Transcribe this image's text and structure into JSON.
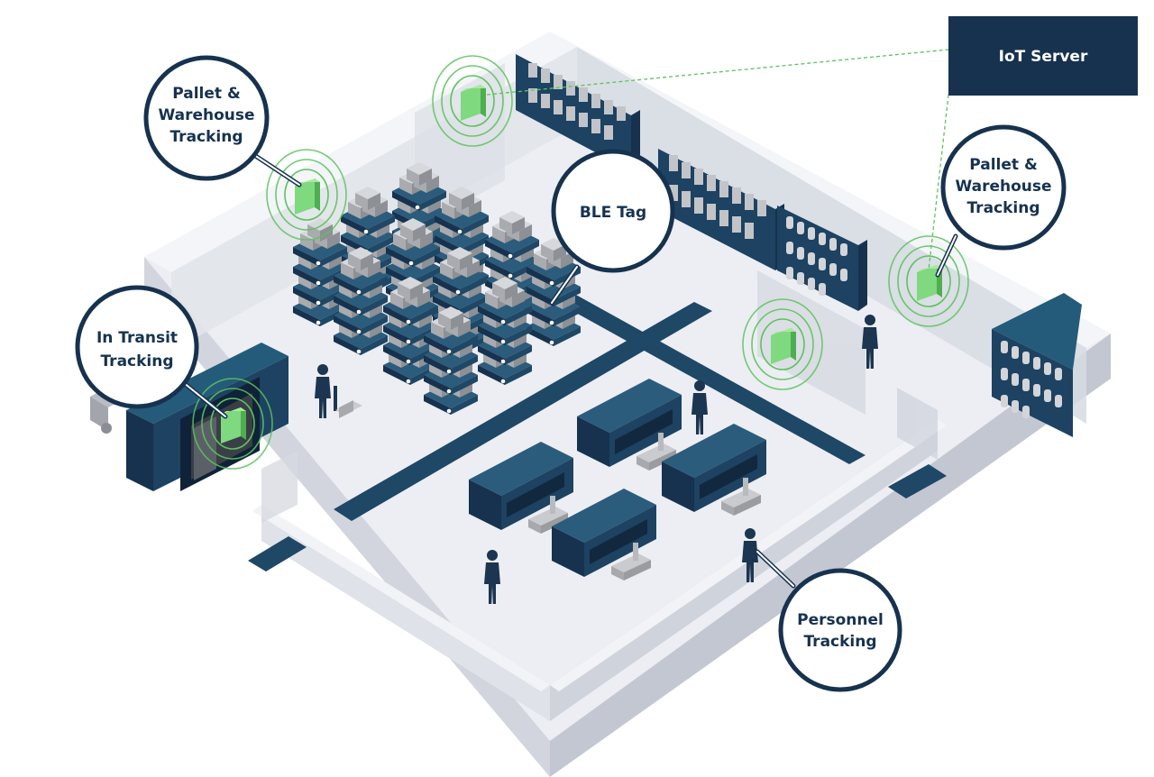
{
  "colors": {
    "navy": "#16324f",
    "teal_dark": "#1b4a66",
    "teal_mid": "#245b7a",
    "floor": "#eceef3",
    "wall_top": "#f3f4f7",
    "wall_side": "#d9dce4",
    "wall_front": "#e3e5eb",
    "tag_green": "#78d279",
    "ring_green": "#5cc35c",
    "box_grey": "#b7b9bd",
    "person": "#1c3550"
  },
  "server": {
    "label": "IoT Server"
  },
  "callouts": {
    "pallet_left": {
      "line1": "Pallet &",
      "line2": "Warehouse",
      "line3": "Tracking"
    },
    "pallet_right": {
      "line1": "Pallet &",
      "line2": "Warehouse",
      "line3": "Tracking"
    },
    "ble_tag": {
      "line1": "BLE Tag"
    },
    "in_transit": {
      "line1": "In Transit",
      "line2": "Tracking"
    },
    "personnel": {
      "line1": "Personnel",
      "line2": "Tracking"
    }
  },
  "icons": [
    "ble-tag-icon",
    "person-icon",
    "shelf-icon",
    "pallet-stack-icon",
    "workstation-icon",
    "truck-icon",
    "server-icon"
  ]
}
